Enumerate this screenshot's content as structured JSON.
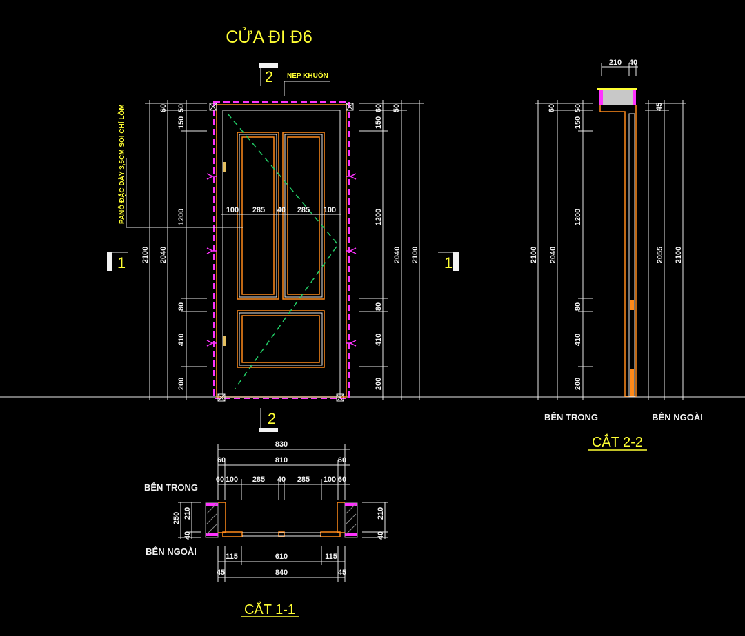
{
  "title": "CỬA ĐI Đ6",
  "markers": {
    "section_2_top": "2",
    "section_2_bottom": "2",
    "section_1_left": "1",
    "section_1_right": "1"
  },
  "notes": {
    "nep_khuon": "NẸP KHUÔN",
    "pano": "PANÔ ĐẶC DÀY 3,5CM SOI CHỈ LÕM"
  },
  "elevation": {
    "left_dims": [
      "60",
      "50",
      "150",
      "1200",
      "80",
      "410",
      "200",
      "2040",
      "2100"
    ],
    "right_dims": [
      "60",
      "50",
      "150",
      "1200",
      "80",
      "410",
      "200",
      "2040",
      "2100"
    ],
    "width_dims": [
      "100",
      "285",
      "40",
      "285",
      "100"
    ]
  },
  "section_2_2": {
    "title": "CẮT 2-2",
    "inside_label": "BÊN TRONG",
    "outside_label": "BÊN NGOÀI",
    "top_dims": [
      "210",
      "40"
    ],
    "left_dims": [
      "60",
      "50",
      "150",
      "1200",
      "80",
      "410",
      "200",
      "2040",
      "2100"
    ],
    "right_dims": [
      "45",
      "2055",
      "2100"
    ]
  },
  "section_1_1": {
    "title": "CẮT 1-1",
    "inside_label": "BÊN TRONG",
    "outside_label": "BÊN NGOÀI",
    "top_dims": [
      "830",
      "60",
      "810",
      "60",
      "60",
      "100",
      "285",
      "40",
      "285",
      "100",
      "60"
    ],
    "left_dims": [
      "250",
      "210",
      "40"
    ],
    "right_dims": [
      "210",
      "40"
    ],
    "bottom_dims": [
      "115",
      "610",
      "115",
      "45",
      "840",
      "45"
    ]
  },
  "colors": {
    "background": "#000000",
    "title": "#ffff33",
    "frame": "#ff8a1a",
    "wall": "#ff33ff",
    "swing": "#22cc66"
  }
}
